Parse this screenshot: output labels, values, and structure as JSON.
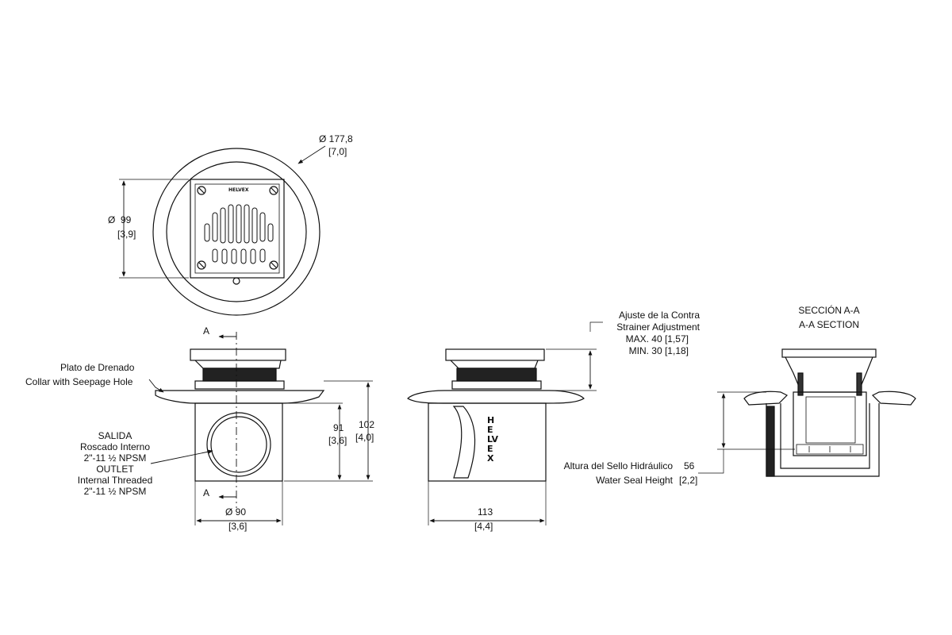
{
  "brand": "HELVEX",
  "top_view": {
    "diameter_mm": "Ø 177,8",
    "diameter_in": "[7,0]",
    "grate_mm": "99",
    "grate_in": "[3,9]",
    "grate_symbol": "Ø"
  },
  "front_view": {
    "section_mark": "A",
    "collar_es": "Plato de Drenado",
    "collar_en": "Collar with Seepage Hole",
    "outlet_lines": [
      "SALIDA",
      "Roscado Interno",
      "2\"-11 ½ NPSM",
      "OUTLET",
      "Internal Threaded",
      "2\"-11 ½ NPSM"
    ],
    "h1_mm": "91",
    "h1_in": "[3,6]",
    "h2_mm": "102",
    "h2_in": "[4,0]",
    "base_mm": "Ø 90",
    "base_in": "[3,6]"
  },
  "side_view": {
    "adjust_lines": [
      "Ajuste de la Contra",
      "Strainer Adjustment",
      "MAX. 40 [1,57]",
      "MIN. 30 [1,18]"
    ],
    "width_mm": "113",
    "width_in": "[4,4]"
  },
  "section_view": {
    "title_es": "SECCIÓN A-A",
    "title_en": "A-A SECTION",
    "seal_es": "Altura del Sello Hidráulico",
    "seal_en": "Water Seal Height",
    "seal_mm": "56",
    "seal_in": "[2,2]"
  }
}
